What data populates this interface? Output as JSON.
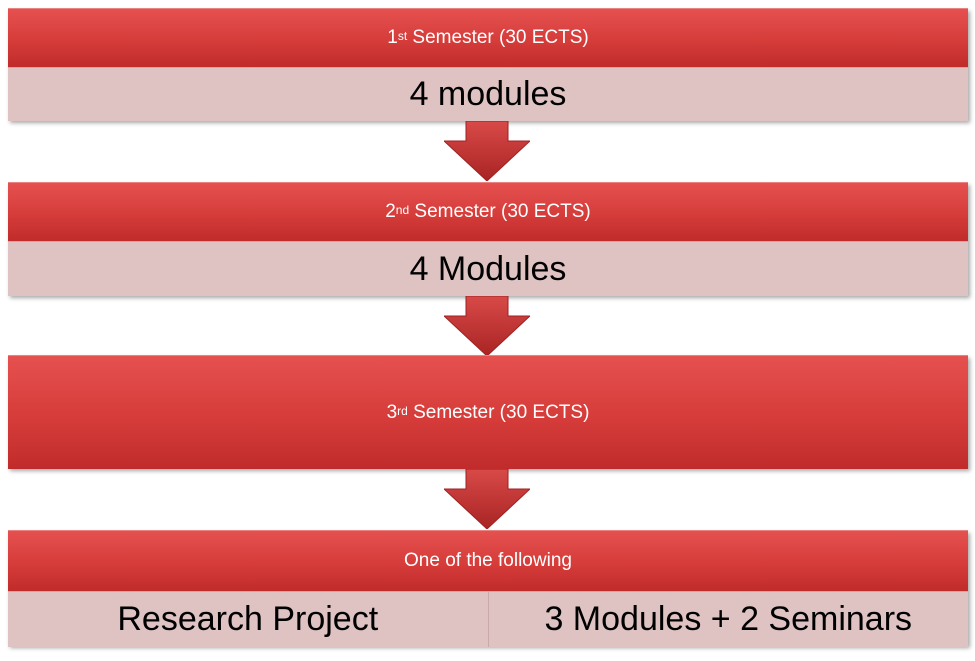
{
  "colors": {
    "header_red": "#d53c3a",
    "sub_pink": "#dfc2c2",
    "arrow_red": "#b52a2a"
  },
  "blocks": [
    {
      "header": {
        "num": "1",
        "sup": "st",
        "text": " Semester (30 ECTS)"
      },
      "content": "4 modules"
    },
    {
      "header": {
        "num": "2",
        "sup": "nd",
        "text": " Semester (30 ECTS)"
      },
      "content": "4 Modules"
    },
    {
      "header": {
        "num": "3",
        "sup": "rd",
        "text": " Semester (30 ECTS)"
      }
    },
    {
      "header": {
        "text": "One of the following"
      },
      "options": [
        "Research Project",
        "3 Modules + 2 Seminars"
      ]
    }
  ]
}
